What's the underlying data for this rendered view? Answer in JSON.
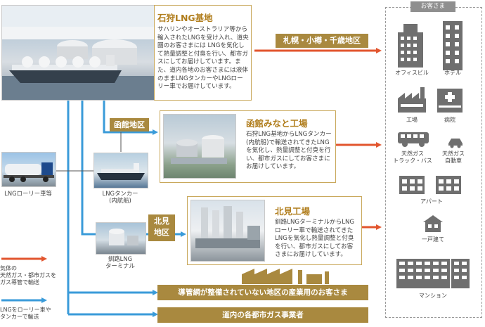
{
  "ishikari": {
    "title": "石狩LNG基地",
    "desc": "サハリンやオーストラリア等から輸入されたLNGを受け入れ、道央圏のお客さまには LNGを気化して熱量調整と付臭を行い、都市ガスにしてお届けしています。また、道内各地のお客さまには液体のままLNGタンカーやLNGローリー車でお届けしています。"
  },
  "sapporo_label": "札幌・小樽・千歳地区",
  "hakodate_area": "函館地区",
  "hakodate": {
    "title": "函館みなと工場",
    "desc": "石狩LNG基地からLNGタンカー(内航船)で輸送されてきたLNGを気化し、熱量調整と付臭を行い、都市ガスにしてお客さまにお届けしています。"
  },
  "kitami_area": "北見\n地区",
  "kitami": {
    "title": "北見工場",
    "desc": "釧路LNGターミナルからLNGローリー車で輸送されてきたLNGを気化し熱量調整と付臭を行い、都市ガスにしてお客さまにお届けしています。"
  },
  "lorry_caption": "LNGローリー車等",
  "tanker_caption": "LNGタンカー\n(内航船)",
  "kushiro_caption": "釧路LNG\nターミナル",
  "legend": {
    "gas_pipeline": "気体の\n天然ガス・都市ガスを\nガス導管で輸送",
    "lng_transport": "LNGをローリー車や\nタンカーで輸送"
  },
  "industrial_label": "導管網が整備されていない地区の産業用のお客さま",
  "city_gas_label": "道内の各都市ガス事業者",
  "customers": {
    "header": "お客さま",
    "office": "オフィスビル",
    "hotel": "ホテル",
    "factory": "工場",
    "hospital": "病院",
    "truck_bus": "天然ガス\nトラック・バス",
    "car": "天然ガス\n自動車",
    "apartment": "アパート",
    "house": "一戸建て",
    "mansion": "マンション"
  },
  "colors": {
    "gas_arrow": "#e2552e",
    "lng_arrow": "#3a9bd9",
    "brand_gold": "#a9893f",
    "title_gold": "#b07d1c"
  }
}
